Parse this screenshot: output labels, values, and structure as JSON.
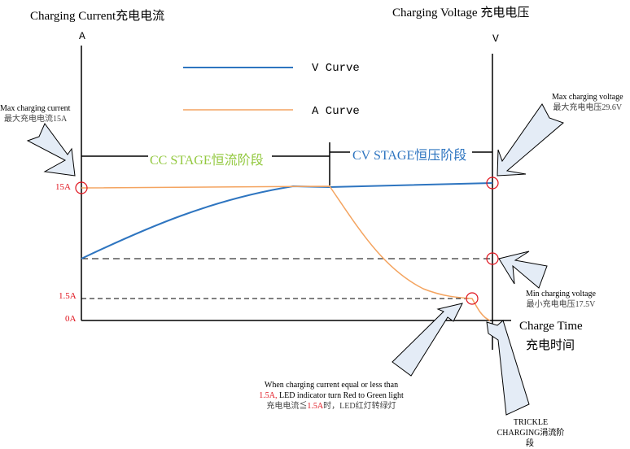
{
  "titles": {
    "current_axis": "Charging Current充电电流",
    "voltage_axis": "Charging Voltage 充电电压",
    "left_unit": "A",
    "right_unit": "V",
    "x_axis_en": "Charge Time",
    "x_axis_cn": "充电时间"
  },
  "legend": {
    "v_curve": "V Curve",
    "a_curve": "A Curve"
  },
  "stages": {
    "cc": "CC STAGE恒流阶段",
    "cv": "CV STAGE恒压阶段"
  },
  "ticks": {
    "a15": "15A",
    "a1_5": "1.5A",
    "a0": "0A"
  },
  "callouts": {
    "max_current_en": "Max charging current",
    "max_current_cn": "最大充电电流15A",
    "max_voltage_en": "Max charging voltage",
    "max_voltage_cn": "最大充电电压29.6V",
    "min_voltage_en": "Min charging voltage",
    "min_voltage_cn": "最小充电电压17.5V",
    "led_line1": "When charging current equal or less than",
    "led_line2_red": "1.5A,",
    "led_line2": " LED indicator turn Red to Green light",
    "led_line3_a": "充电电流≦",
    "led_line3_red": "1.5A",
    "led_line3_b": "时，LED红灯转绿灯",
    "trickle_1": "TRICKLE",
    "trickle_2": "CHARGING涓流阶",
    "trickle_3": "段"
  },
  "colors": {
    "v_curve": "#2e75c0",
    "a_curve": "#f4a460",
    "cc": "#92c83e",
    "cv": "#2e75c0",
    "marker": "#e0141e",
    "arrow_fill": "#e4ecf6"
  }
}
